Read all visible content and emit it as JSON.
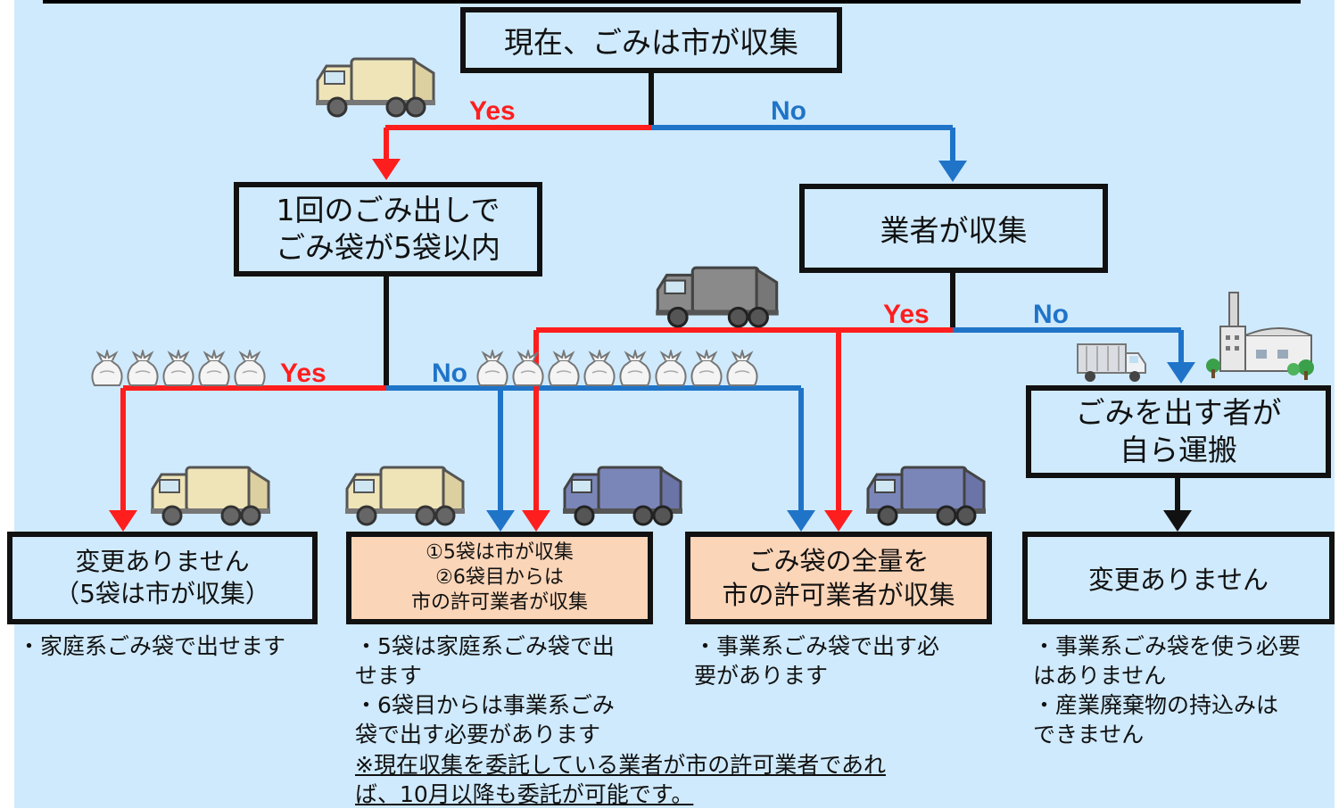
{
  "colors": {
    "background": "#cfeafc",
    "yes": "#ff1e1e",
    "no": "#1f74c8",
    "box_border": "#111111",
    "highlight_box": "#fbd5b8"
  },
  "boxes": {
    "root": "現在、ごみは市が収集",
    "small_volume": "1回のごみ出しで\nごみ袋が5袋以内",
    "contractor": "業者が収集",
    "self_transport": "ごみを出す者が\n自ら運搬",
    "result_city": "変更ありません\n（5袋は市が収集）",
    "result_split": "①5袋は市が収集\n②6袋目からは\n市の許可業者が収集",
    "result_all_licensed": "ごみ袋の全量を\n市の許可業者が収集",
    "result_no_change": "変更ありません"
  },
  "branch_labels": {
    "root_yes": "Yes",
    "root_no": "No",
    "volume_yes": "Yes",
    "volume_no": "No",
    "contractor_yes": "Yes",
    "contractor_no": "No"
  },
  "notes": {
    "city": "・家庭系ごみ袋で出せます",
    "split": "・5袋は家庭系ごみ袋で出\nせます\n・6袋目からは事業系ごみ\n袋で出す必要があります",
    "licensed": "・事業系ごみ袋で出す必\n要があります",
    "self": "・事業系ごみ袋を使う必要\nはありません\n・産業廃棄物の持込みは\nできません"
  },
  "remark": "※現在収集を委託している業者が市の許可業者であれ\nば、10月以降も委託が可能です。",
  "icons": {
    "city_truck": "garbage-truck-icon",
    "contractor_truck": "garbage-truck-icon",
    "licensed_truck": "garbage-truck-icon",
    "box_truck": "box-truck-icon",
    "factory": "incineration-plant-icon",
    "bag": "garbage-bag-icon"
  },
  "bag_counts": {
    "small": 5,
    "large": 8
  }
}
